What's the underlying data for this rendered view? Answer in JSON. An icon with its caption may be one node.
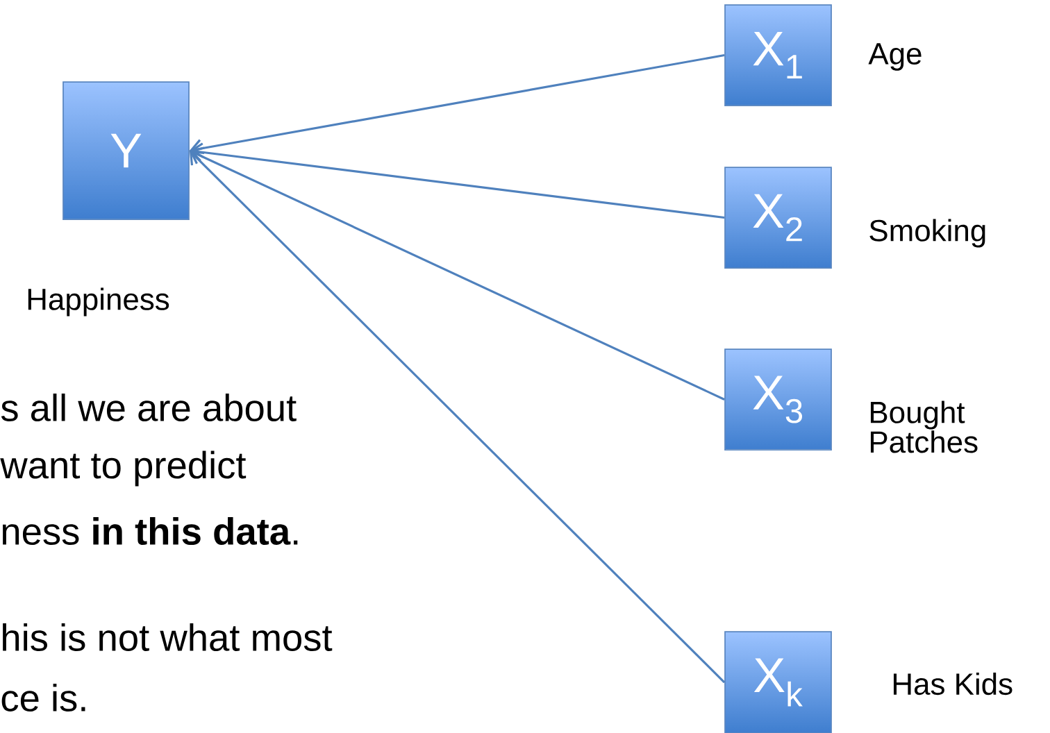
{
  "diagram": {
    "nodes": [
      {
        "text": [
          "Y"
        ],
        "beside": [
          "Happiness"
        ]
      },
      {
        "text": [
          "X$_{1}$"
        ],
        "beside": [
          "Age"
        ]
      },
      {
        "text": [
          "X$_{2}$"
        ],
        "beside": [
          "Smoking"
        ]
      },
      {
        "text": [
          "X$_{3}$"
        ],
        "beside": [
          "Bought Patches"
        ]
      },
      {
        "text": [
          "X$_{k}$"
        ],
        "beside": [
          "Has Kids"
        ]
      }
    ],
    "edges": [
      {
        "from": 1,
        "to": 0,
        "arrow": "to"
      },
      {
        "from": 2,
        "to": 0,
        "arrow": "to"
      },
      {
        "from": 3,
        "to": 0,
        "arrow": "to"
      },
      {
        "from": 4,
        "to": 0,
        "arrow": "to"
      }
    ],
    "labels": [
      "s all we are about",
      "want to predict",
      "ness **in this data**.",
      "his is not what most",
      "ce is."
    ]
  }
}
